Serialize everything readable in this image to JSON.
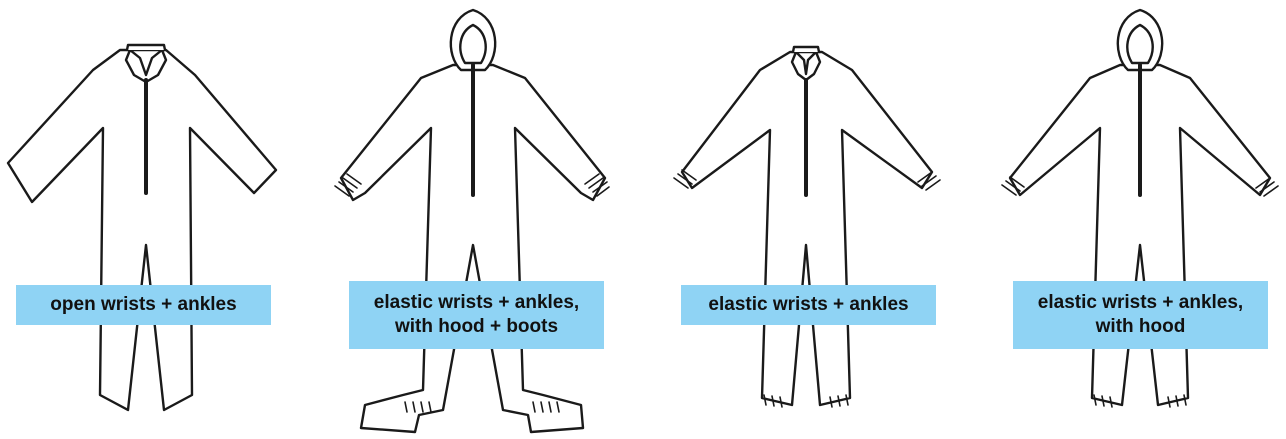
{
  "colors": {
    "label_bg": "#8fd3f4",
    "outline": "#1a1a1a"
  },
  "suits": [
    {
      "label": "open wrists + ankles",
      "hood": false,
      "elastic": false,
      "boots": false
    },
    {
      "label": "elastic wrists + ankles,\nwith hood + boots",
      "hood": true,
      "elastic": true,
      "boots": true
    },
    {
      "label": "elastic wrists + ankles",
      "hood": false,
      "elastic": true,
      "boots": false
    },
    {
      "label": "elastic wrists + ankles,\nwith hood",
      "hood": true,
      "elastic": true,
      "boots": false
    }
  ]
}
